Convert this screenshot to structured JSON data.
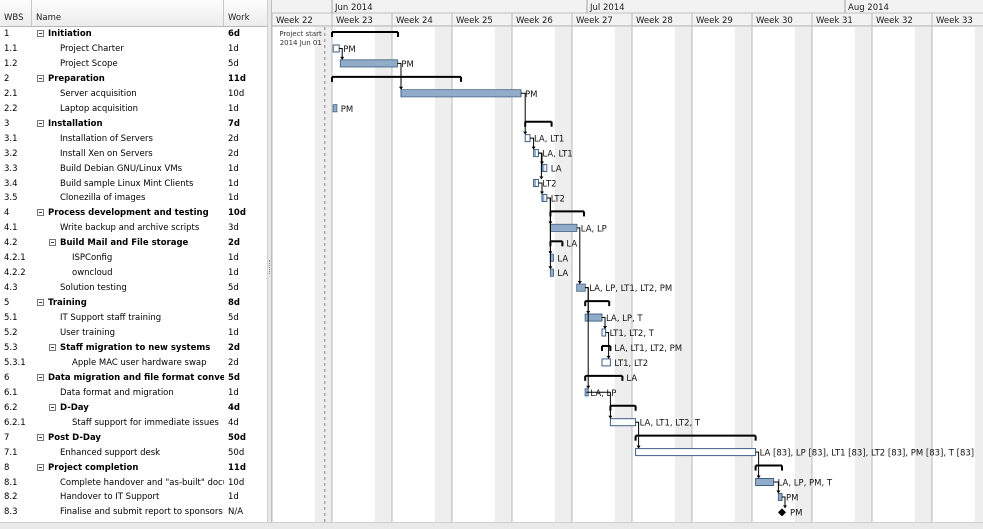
{
  "table": {
    "headers": {
      "wbs": "WBS",
      "name": "Name",
      "work": "Work"
    },
    "rows": [
      {
        "wbs": "1",
        "name": "Initiation",
        "work": "6d",
        "level": 0,
        "summary": true
      },
      {
        "wbs": "1.1",
        "name": "Project Charter",
        "work": "1d",
        "level": 1,
        "summary": false
      },
      {
        "wbs": "1.2",
        "name": "Project Scope",
        "work": "5d",
        "level": 1,
        "summary": false
      },
      {
        "wbs": "2",
        "name": "Preparation",
        "work": "11d",
        "level": 0,
        "summary": true
      },
      {
        "wbs": "2.1",
        "name": "Server acquisition",
        "work": "10d",
        "level": 1,
        "summary": false
      },
      {
        "wbs": "2.2",
        "name": "Laptop acquisition",
        "work": "1d",
        "level": 1,
        "summary": false
      },
      {
        "wbs": "3",
        "name": "Installation",
        "work": "7d",
        "level": 0,
        "summary": true
      },
      {
        "wbs": "3.1",
        "name": "Installation of Servers",
        "work": "2d",
        "level": 1,
        "summary": false
      },
      {
        "wbs": "3.2",
        "name": "Install Xen on Servers",
        "work": "2d",
        "level": 1,
        "summary": false
      },
      {
        "wbs": "3.3",
        "name": "Build Debian GNU/Linux VMs",
        "work": "1d",
        "level": 1,
        "summary": false
      },
      {
        "wbs": "3.4",
        "name": "Build sample Linux Mint Clients",
        "work": "1d",
        "level": 1,
        "summary": false
      },
      {
        "wbs": "3.5",
        "name": "Clonezilla of images",
        "work": "1d",
        "level": 1,
        "summary": false
      },
      {
        "wbs": "4",
        "name": "Process development and testing",
        "work": "10d",
        "level": 0,
        "summary": true
      },
      {
        "wbs": "4.1",
        "name": "Write backup and archive scripts",
        "work": "3d",
        "level": 1,
        "summary": false
      },
      {
        "wbs": "4.2",
        "name": "Build Mail and File storage",
        "work": "2d",
        "level": 1,
        "summary": true
      },
      {
        "wbs": "4.2.1",
        "name": "ISPConfig",
        "work": "1d",
        "level": 2,
        "summary": false
      },
      {
        "wbs": "4.2.2",
        "name": "owncloud",
        "work": "1d",
        "level": 2,
        "summary": false
      },
      {
        "wbs": "4.3",
        "name": "Solution testing",
        "work": "5d",
        "level": 1,
        "summary": false
      },
      {
        "wbs": "5",
        "name": "Training",
        "work": "8d",
        "level": 0,
        "summary": true
      },
      {
        "wbs": "5.1",
        "name": "IT Support staff training",
        "work": "5d",
        "level": 1,
        "summary": false
      },
      {
        "wbs": "5.2",
        "name": "User training",
        "work": "1d",
        "level": 1,
        "summary": false
      },
      {
        "wbs": "5.3",
        "name": "Staff migration to new systems",
        "work": "2d",
        "level": 1,
        "summary": true
      },
      {
        "wbs": "5.3.1",
        "name": "Apple MAC user hardware swap",
        "work": "2d",
        "level": 2,
        "summary": false
      },
      {
        "wbs": "6",
        "name": "Data migration and file format conversi",
        "work": "5d",
        "level": 0,
        "summary": true
      },
      {
        "wbs": "6.1",
        "name": "Data format and migration",
        "work": "1d",
        "level": 1,
        "summary": false
      },
      {
        "wbs": "6.2",
        "name": "D-Day",
        "work": "4d",
        "level": 1,
        "summary": true
      },
      {
        "wbs": "6.2.1",
        "name": "Staff support for immediate issues",
        "work": "4d",
        "level": 2,
        "summary": false
      },
      {
        "wbs": "7",
        "name": "Post D-Day",
        "work": "50d",
        "level": 0,
        "summary": true
      },
      {
        "wbs": "7.1",
        "name": "Enhanced support desk",
        "work": "50d",
        "level": 1,
        "summary": false
      },
      {
        "wbs": "8",
        "name": "Project completion",
        "work": "11d",
        "level": 0,
        "summary": true
      },
      {
        "wbs": "8.1",
        "name": "Complete handover and \"as-built\" docume",
        "work": "10d",
        "level": 1,
        "summary": false
      },
      {
        "wbs": "8.2",
        "name": "Handover to IT Support",
        "work": "1d",
        "level": 1,
        "summary": false
      },
      {
        "wbs": "8.3",
        "name": "Finalise and submit report to sponsors",
        "work": "N/A",
        "level": 1,
        "summary": false
      }
    ]
  },
  "gantt": {
    "months": [
      {
        "label": "Jun 2014",
        "week_index": 1
      },
      {
        "label": "Jul 2014",
        "week_index": 5.25
      },
      {
        "label": "Aug 2014",
        "week_index": 9.55
      }
    ],
    "weeks": [
      "Week 22",
      "Week 23",
      "Week 24",
      "Week 25",
      "Week 26",
      "Week 27",
      "Week 28",
      "Week 29",
      "Week 30",
      "Week 31",
      "Week 32",
      "Week 33"
    ],
    "project_start_label": [
      "Project start",
      "2014 Jun 01"
    ],
    "colors": {
      "bar": "#90acc8",
      "bar_border": "#3e5f84",
      "weekend": "#eeeeee",
      "summary": "#000000",
      "grid": "#bbbbbb"
    },
    "tasks": [
      {
        "row": 0,
        "type": "summary",
        "start": 1.0,
        "end": 2.1,
        "label": ""
      },
      {
        "row": 1,
        "type": "task",
        "start": 1.02,
        "end": 1.12,
        "label": "PM",
        "complete": 0
      },
      {
        "row": 2,
        "type": "task",
        "start": 1.14,
        "end": 2.09,
        "label": "PM",
        "complete": 1
      },
      {
        "row": 3,
        "type": "summary",
        "start": 1.0,
        "end": 3.15,
        "label": ""
      },
      {
        "row": 4,
        "type": "task",
        "start": 2.15,
        "end": 4.15,
        "label": "PM",
        "complete": 1
      },
      {
        "row": 5,
        "type": "task",
        "start": 1.02,
        "end": 1.08,
        "label": "PM",
        "complete": 1
      },
      {
        "row": 6,
        "type": "summary",
        "start": 4.22,
        "end": 4.66,
        "label": ""
      },
      {
        "row": 7,
        "type": "task",
        "start": 4.22,
        "end": 4.3,
        "label": "LA, LT1",
        "complete": 0
      },
      {
        "row": 8,
        "type": "task",
        "start": 4.36,
        "end": 4.44,
        "label": "LA, LT1",
        "complete": 0.5
      },
      {
        "row": 9,
        "type": "task",
        "start": 4.5,
        "end": 4.58,
        "label": "LA",
        "complete": 0.5
      },
      {
        "row": 10,
        "type": "task",
        "start": 4.36,
        "end": 4.44,
        "label": "LT2",
        "complete": 0.5
      },
      {
        "row": 11,
        "type": "task",
        "start": 4.5,
        "end": 4.58,
        "label": "LT2",
        "complete": 0.5
      },
      {
        "row": 12,
        "type": "summary",
        "start": 4.64,
        "end": 5.2,
        "label": ""
      },
      {
        "row": 13,
        "type": "task",
        "start": 4.64,
        "end": 5.08,
        "label": "LA, LP",
        "complete": 1
      },
      {
        "row": 14,
        "type": "summary",
        "start": 4.64,
        "end": 4.84,
        "label": "LA"
      },
      {
        "row": 15,
        "type": "task",
        "start": 4.64,
        "end": 4.69,
        "label": "LA",
        "complete": 1
      },
      {
        "row": 16,
        "type": "task",
        "start": 4.64,
        "end": 4.69,
        "label": "LA",
        "complete": 1
      },
      {
        "row": 17,
        "type": "task",
        "start": 5.08,
        "end": 5.22,
        "label": "LA, LP, LT1, LT2, PM",
        "complete": 1
      },
      {
        "row": 18,
        "type": "summary",
        "start": 5.22,
        "end": 5.62,
        "label": ""
      },
      {
        "row": 19,
        "type": "task",
        "start": 5.22,
        "end": 5.5,
        "label": "LA, LP, T",
        "complete": 1
      },
      {
        "row": 20,
        "type": "task",
        "start": 5.5,
        "end": 5.56,
        "label": "LT1, LT2, T",
        "complete": 0
      },
      {
        "row": 21,
        "type": "summary",
        "start": 5.5,
        "end": 5.64,
        "label": "LA, LT1, LT2, PM"
      },
      {
        "row": 22,
        "type": "task",
        "start": 5.5,
        "end": 5.64,
        "label": "LT1, LT2",
        "complete": 0
      },
      {
        "row": 23,
        "type": "summary",
        "start": 5.22,
        "end": 5.84,
        "label": "LA"
      },
      {
        "row": 24,
        "type": "task",
        "start": 5.22,
        "end": 5.24,
        "label": "LA, LP",
        "complete": 1
      },
      {
        "row": 25,
        "type": "summary",
        "start": 5.64,
        "end": 6.06,
        "label": ""
      },
      {
        "row": 26,
        "type": "task",
        "start": 5.64,
        "end": 6.06,
        "label": "LA, LT1, LT2, T",
        "complete": 0
      },
      {
        "row": 27,
        "type": "summary",
        "start": 6.06,
        "end": 8.06,
        "label": ""
      },
      {
        "row": 28,
        "type": "task",
        "start": 6.06,
        "end": 8.06,
        "label": "LA [83], LP [83], LT1 [83], LT2 [83], PM [83], T [83]",
        "complete": 0
      },
      {
        "row": 29,
        "type": "summary",
        "start": 8.06,
        "end": 8.5,
        "label": ""
      },
      {
        "row": 30,
        "type": "task",
        "start": 8.06,
        "end": 8.36,
        "label": "LA, LP, PM, T",
        "complete": 1
      },
      {
        "row": 31,
        "type": "task",
        "start": 8.44,
        "end": 8.5,
        "label": "PM",
        "complete": 1
      },
      {
        "row": 32,
        "type": "milestone",
        "start": 8.5,
        "end": 8.5,
        "label": "PM"
      }
    ],
    "links": [
      [
        1,
        2
      ],
      [
        2,
        4
      ],
      [
        4,
        7
      ],
      [
        7,
        8
      ],
      [
        8,
        9
      ],
      [
        8,
        10
      ],
      [
        10,
        11
      ],
      [
        11,
        13
      ],
      [
        11,
        15
      ],
      [
        11,
        16
      ],
      [
        13,
        17
      ],
      [
        17,
        19
      ],
      [
        19,
        20
      ],
      [
        20,
        22
      ],
      [
        17,
        24
      ],
      [
        24,
        26
      ],
      [
        26,
        28
      ],
      [
        28,
        30
      ],
      [
        30,
        31
      ],
      [
        31,
        32
      ]
    ]
  }
}
